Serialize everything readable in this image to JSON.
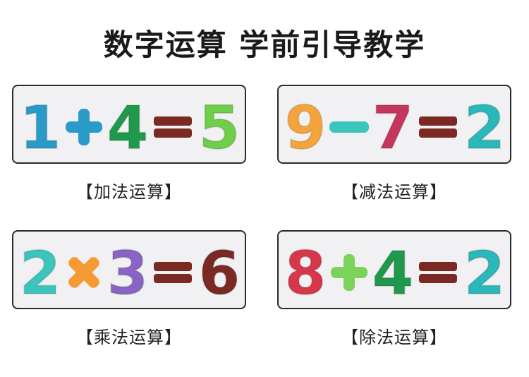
{
  "title": "数字运算 学前引导教学",
  "panels": [
    {
      "caption": "【加法运算】",
      "tokens": [
        {
          "type": "digit",
          "value": "1",
          "color": "#2a9ac9"
        },
        {
          "type": "op",
          "value": "plus",
          "color": "#2a9ac9"
        },
        {
          "type": "digit",
          "value": "4",
          "color": "#1f9a4c"
        },
        {
          "type": "op",
          "value": "equals",
          "color": "#7a2a22"
        },
        {
          "type": "digit",
          "value": "5",
          "color": "#6fcf4a"
        }
      ]
    },
    {
      "caption": "【减法运算】",
      "tokens": [
        {
          "type": "digit",
          "value": "9",
          "color": "#f4a43a"
        },
        {
          "type": "op",
          "value": "minus",
          "color": "#3cc5bd"
        },
        {
          "type": "digit",
          "value": "7",
          "color": "#c4365e"
        },
        {
          "type": "op",
          "value": "equals",
          "color": "#7a2a22"
        },
        {
          "type": "digit",
          "value": "2",
          "color": "#2bb8b8"
        }
      ]
    },
    {
      "caption": "【乘法运算】",
      "tokens": [
        {
          "type": "digit",
          "value": "2",
          "color": "#3cc5bd"
        },
        {
          "type": "op",
          "value": "times",
          "color": "#f59a34"
        },
        {
          "type": "digit",
          "value": "3",
          "color": "#8a64c4"
        },
        {
          "type": "op",
          "value": "equals",
          "color": "#7a2a22"
        },
        {
          "type": "digit",
          "value": "6",
          "color": "#7a2a22"
        }
      ]
    },
    {
      "caption": "【除法运算】",
      "tokens": [
        {
          "type": "digit",
          "value": "8",
          "color": "#d8364a"
        },
        {
          "type": "op",
          "value": "plus",
          "color": "#7bd35a"
        },
        {
          "type": "digit",
          "value": "4",
          "color": "#1f9a4c"
        },
        {
          "type": "op",
          "value": "equals",
          "color": "#7a2a22"
        },
        {
          "type": "digit",
          "value": "2",
          "color": "#2bb8b8"
        }
      ]
    }
  ]
}
